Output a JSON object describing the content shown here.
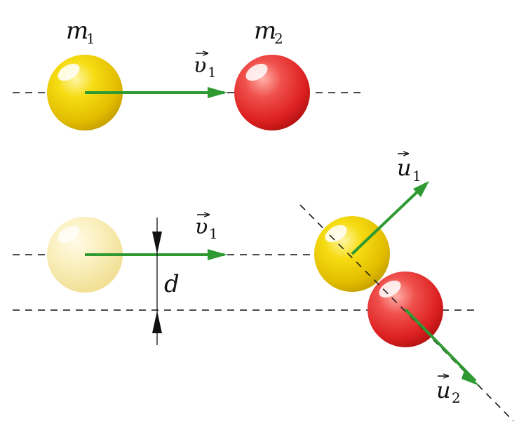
{
  "labels": {
    "m1": {
      "main": "m",
      "sub": "1"
    },
    "m2": {
      "main": "m",
      "sub": "2"
    },
    "v1_top": {
      "main": "υ",
      "sub": "1"
    },
    "v1_bottom": {
      "main": "υ",
      "sub": "1"
    },
    "u1": {
      "main": "u",
      "sub": "1"
    },
    "u2": {
      "main": "u",
      "sub": "2"
    },
    "d": "d"
  },
  "colors": {
    "arrow": "#2e9a31",
    "yellow_ball": "#f2d000",
    "red_ball": "#ec2a2a",
    "faded_ball": "#f8eaa4",
    "line": "#111111"
  }
}
